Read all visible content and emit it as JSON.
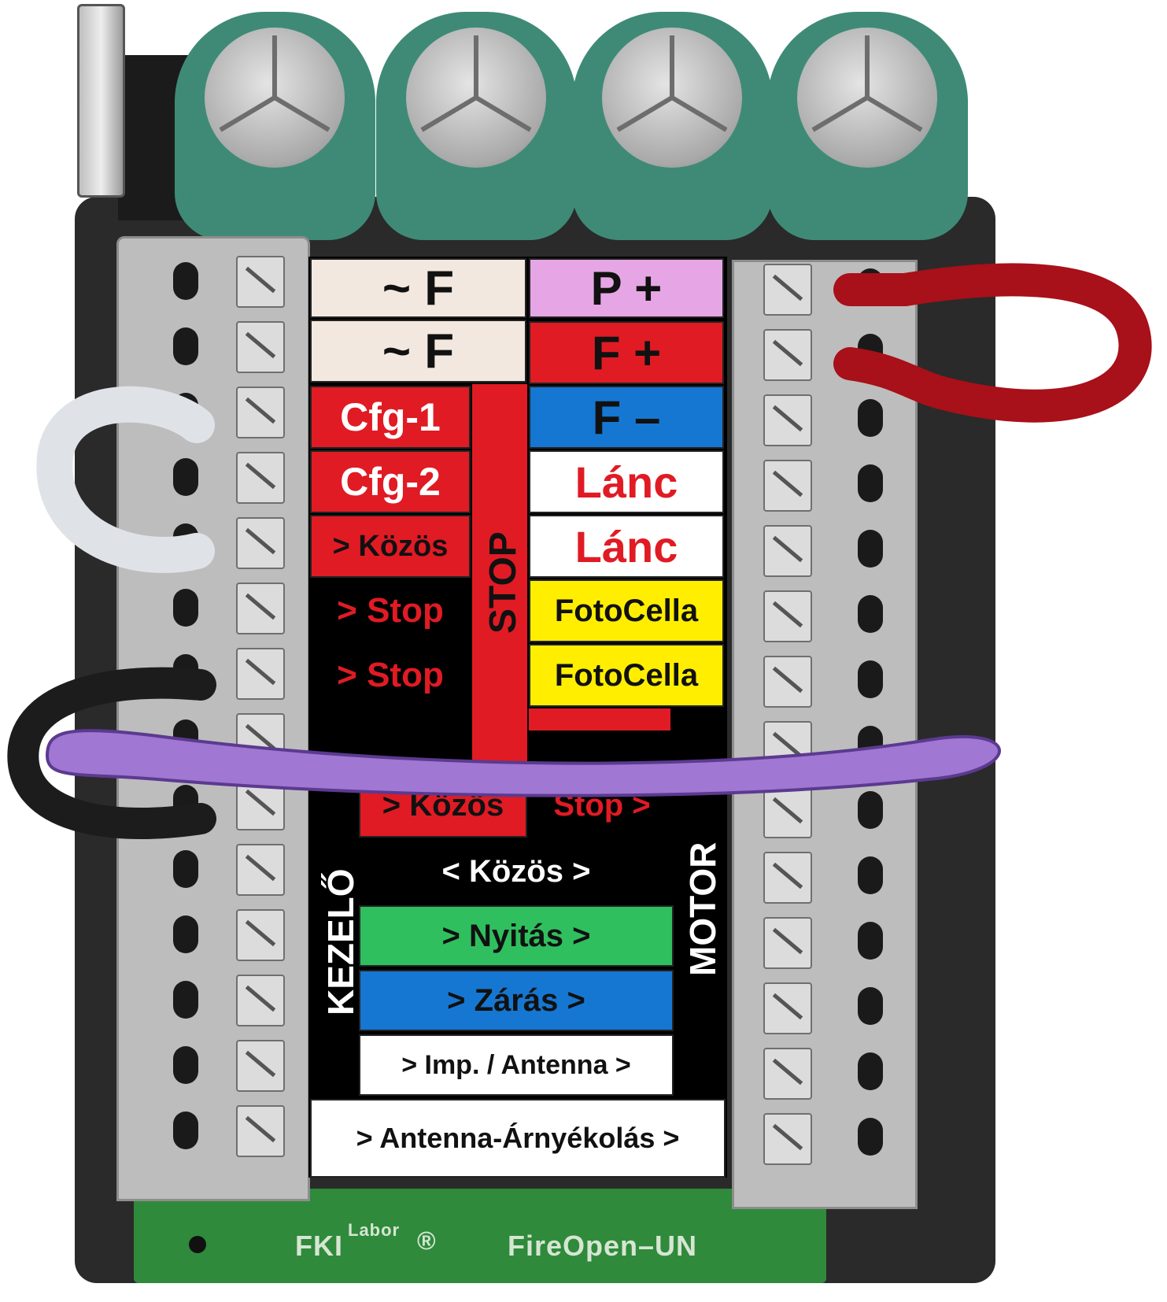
{
  "labels": {
    "left": {
      "f1": "~ F",
      "f2": "~ F",
      "cfg1": "Cfg-1",
      "cfg2": "Cfg-2",
      "kozos_stop": "> Közös",
      "stop1": "> Stop",
      "stop2": "> Stop"
    },
    "right": {
      "p_plus": "P +",
      "f_plus": "F +",
      "f_minus": "F –",
      "lanc1": "Lánc",
      "lanc2": "Lánc",
      "fotocella1": "FotoCella",
      "fotocella2": "FotoCella"
    },
    "vertical": {
      "stop": "STOP",
      "kezelo": "KEZELŐ",
      "motor": "MOTOR"
    },
    "bottom": {
      "kozos_red": "> Közös",
      "stop_arrow": "Stop >",
      "kozos_both": "< Közös >",
      "nyitas": "> Nyitás >",
      "zaras": "> Zárás >",
      "imp_antenna": "> Imp. / Antenna >",
      "antenna_arnyekolas": "> Antenna-Árnyékolás >"
    }
  },
  "pcb": {
    "brand": "FKI",
    "brand_sup": "Labor",
    "registered": "®",
    "model": "FireOpen–UN"
  },
  "colors": {
    "cream": "#f3e8df",
    "pink": "#e6a6e6",
    "red": "#e01b24",
    "blue": "#1677d2",
    "white": "#ffffff",
    "yellow": "#ffee00",
    "green": "#2fbf5f",
    "black": "#000000",
    "capacitor": "#3f8a76",
    "pcb": "#2f8a3c"
  }
}
